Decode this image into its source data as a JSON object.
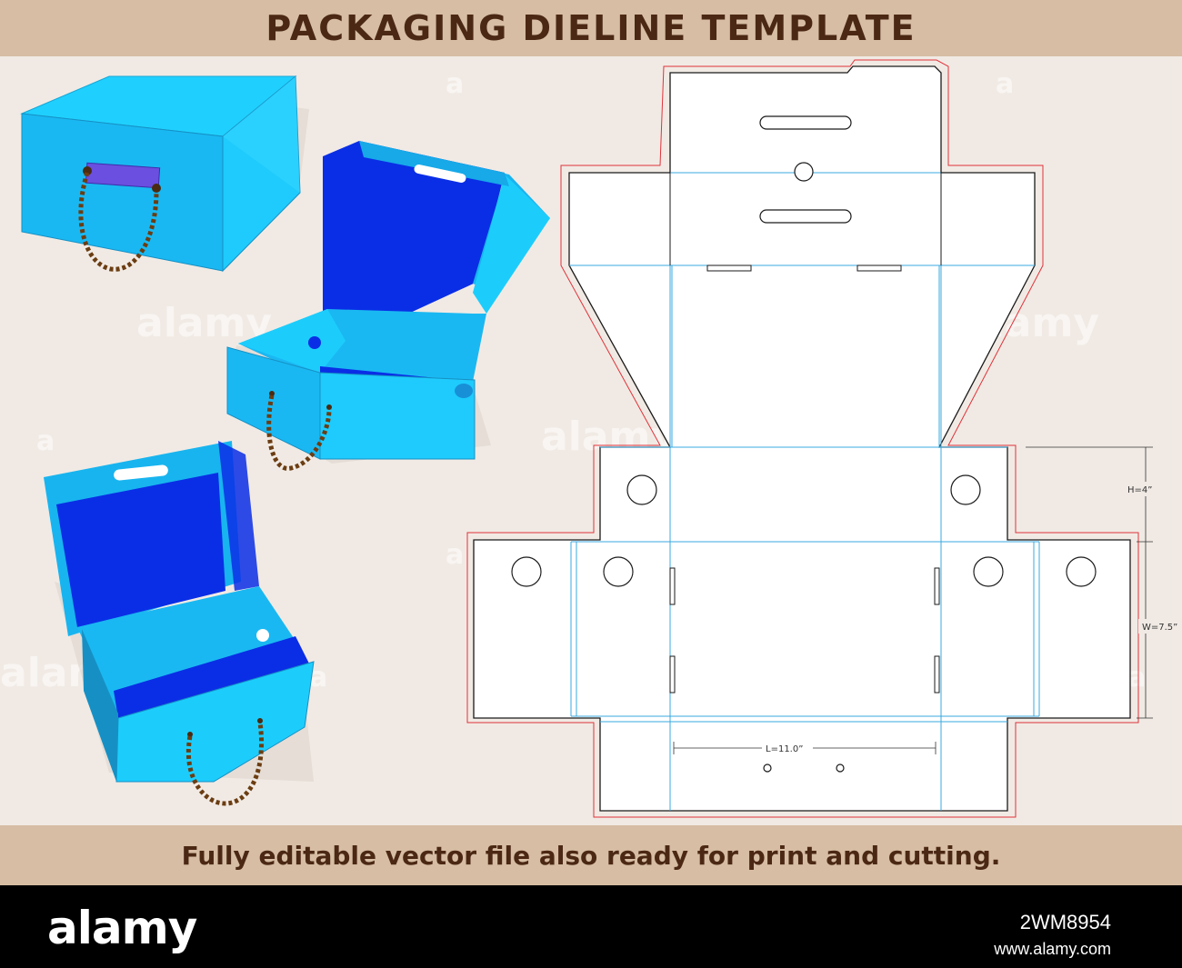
{
  "header": {
    "title": "PACKAGING DIELINE TEMPLATE"
  },
  "footer_band": {
    "caption": "Fully editable vector file also ready for print and cutting."
  },
  "stock_bar": {
    "logo": "alamy",
    "image_id": "2WM8954",
    "url": "www.alamy.com"
  },
  "watermark": {
    "text": "alamy",
    "letter": "a"
  },
  "dimensions": {
    "height": "H=4”",
    "width": "W=7.5”",
    "length": "L=11.0”"
  },
  "colors": {
    "box_light": "#1fd0ff",
    "box_mid": "#1ab4ee",
    "box_inner": "#0a2ee6",
    "cut_line": "#1a1a1a",
    "crease_line": "#39a9e0",
    "bleed_line": "#e0323a",
    "band": "#d6bda3",
    "band_text": "#4b2814"
  }
}
